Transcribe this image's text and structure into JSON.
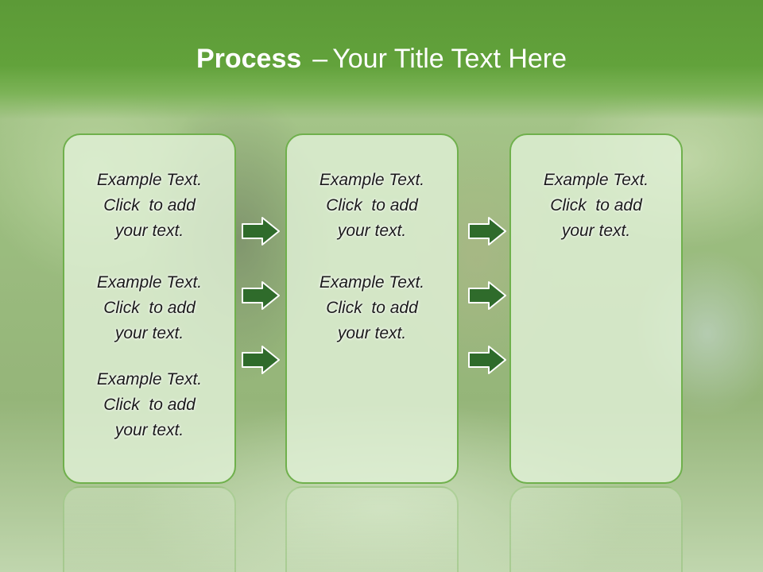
{
  "slide": {
    "title_bold": "Process",
    "title_dash": "–",
    "title_rest": "Your Title Text Here"
  },
  "columns": [
    {
      "blocks": [
        {
          "line1": "Example Text.",
          "line2": "Click  to add",
          "line3": "your text."
        },
        {
          "line1": "Example Text.",
          "line2": "Click  to add",
          "line3": "your text."
        },
        {
          "line1": "Example Text.",
          "line2": "Click  to add",
          "line3": "your text."
        }
      ]
    },
    {
      "blocks": [
        {
          "line1": "Example Text.",
          "line2": "Click  to add",
          "line3": "your text."
        },
        {
          "line1": "Example Text.",
          "line2": "Click  to add",
          "line3": "your text."
        }
      ]
    },
    {
      "blocks": [
        {
          "line1": "Example Text.",
          "line2": "Click  to add",
          "line3": "your text."
        }
      ]
    }
  ],
  "arrows": {
    "fill_color": "#2f6b2b",
    "outline_color": "#ffffff",
    "count_per_gap": 3
  },
  "colors": {
    "banner": "#62a23b",
    "box_border": "#6fb04c",
    "box_fill": "#e1f0d7"
  }
}
